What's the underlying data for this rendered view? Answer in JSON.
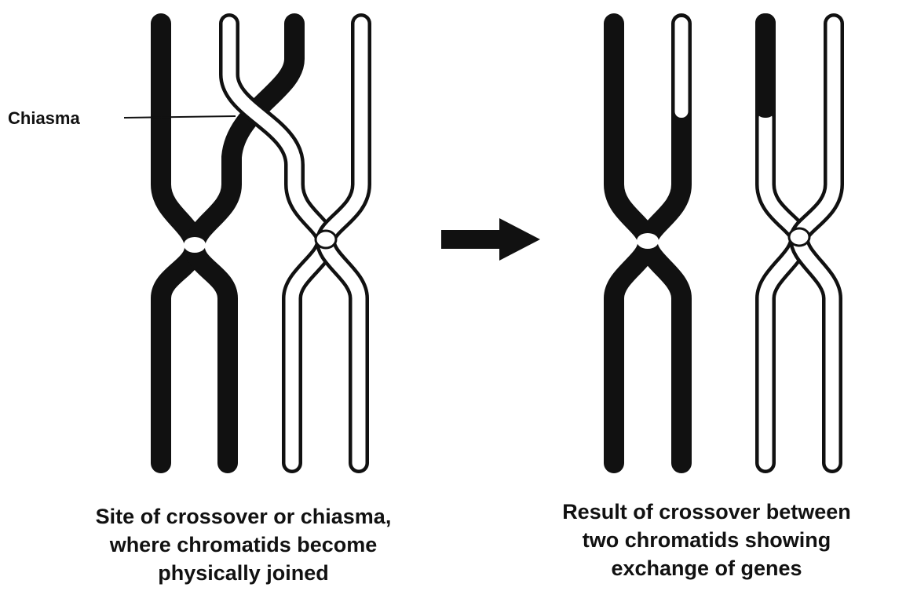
{
  "labels": {
    "chiasma": "Chiasma"
  },
  "captions": {
    "left": [
      "Site of crossover or chiasma,",
      "where chromatids become",
      "physically joined"
    ],
    "right": [
      "Result of crossover between",
      "two chromatids showing",
      "exchange of genes"
    ]
  },
  "colors": {
    "chromosome_dark": "#111111",
    "chromosome_light": "#ffffff",
    "outline": "#111111"
  }
}
